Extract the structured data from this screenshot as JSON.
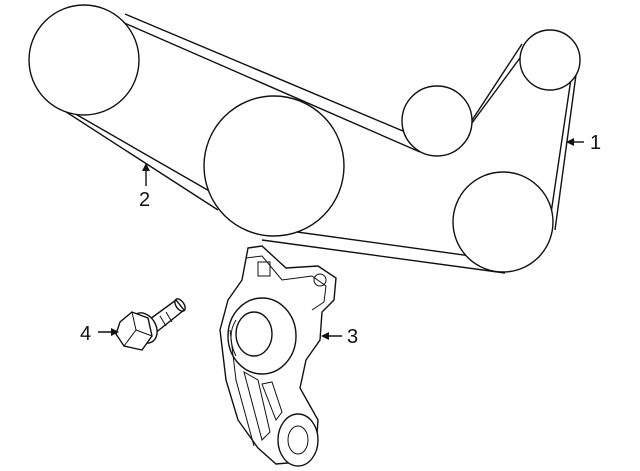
{
  "diagram": {
    "callouts": [
      {
        "id": "belt",
        "label": "1"
      },
      {
        "id": "belt-lower",
        "label": "2"
      },
      {
        "id": "tensioner",
        "label": "3"
      },
      {
        "id": "bolt",
        "label": "4"
      }
    ]
  },
  "colors": {
    "line": "#111111",
    "background": "#ffffff"
  }
}
